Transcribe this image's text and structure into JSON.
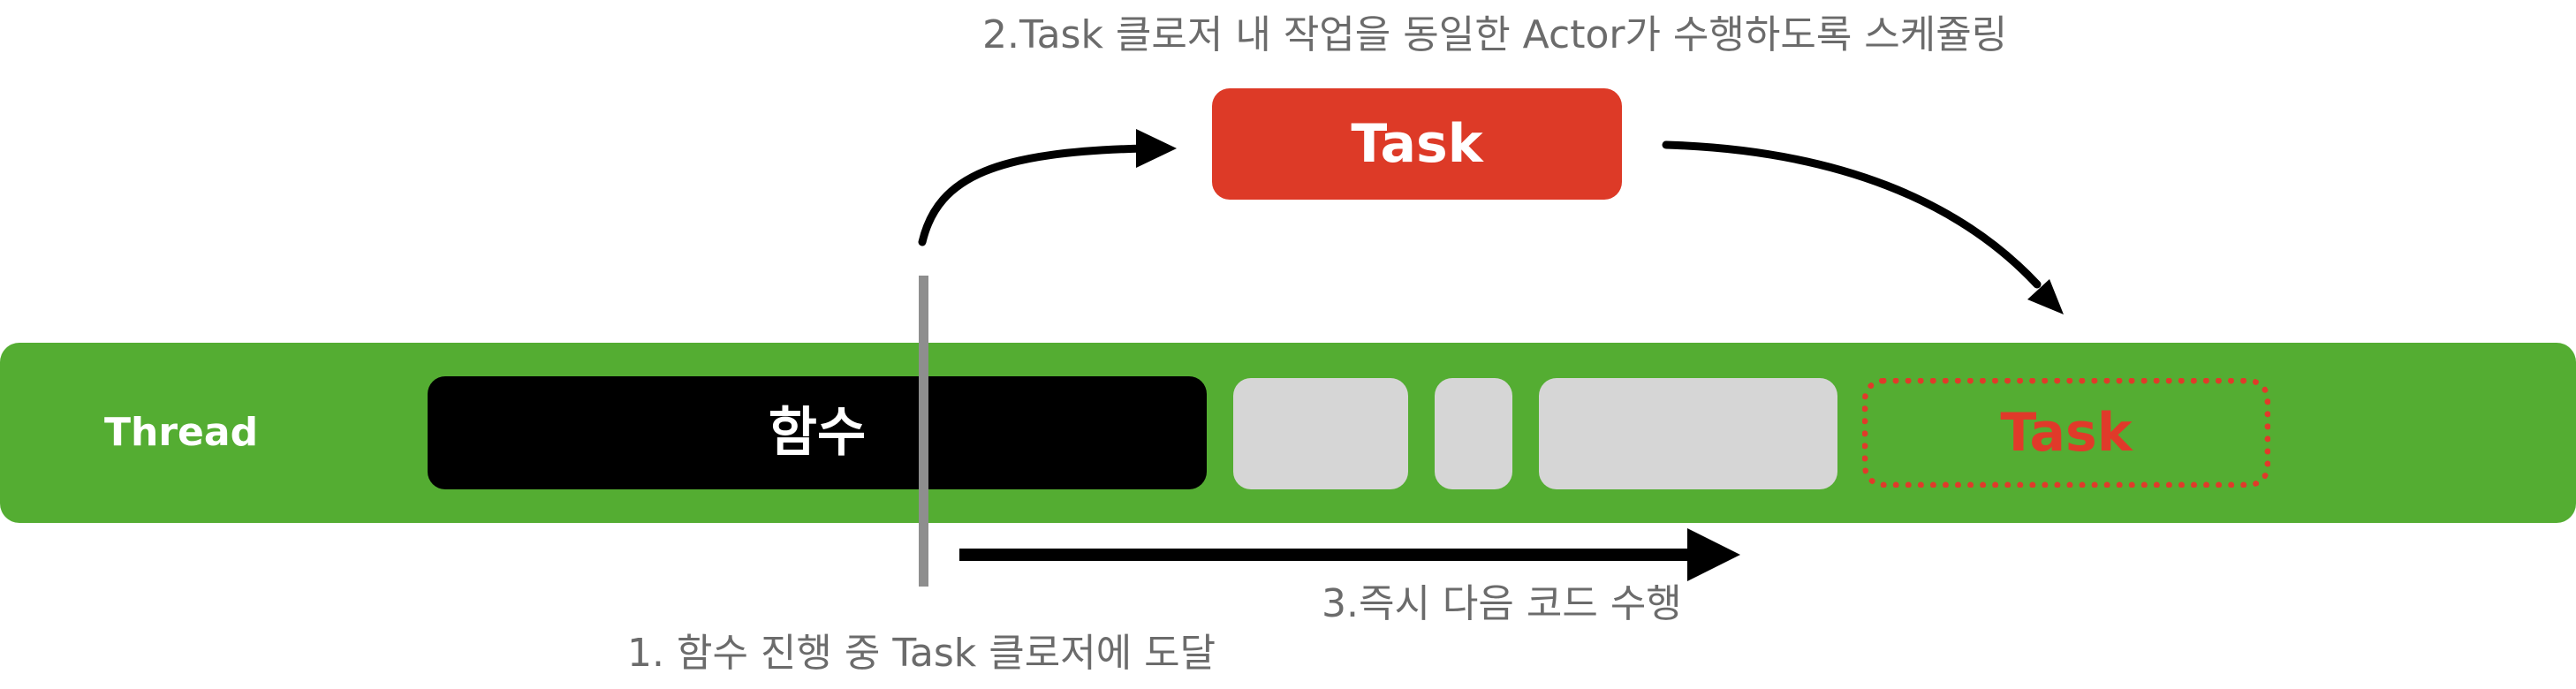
{
  "captions": {
    "step2": "2.Task 클로저 내 작업을 동일한 Actor가 수행하도록 스케쥴링",
    "step1": "1. 함수 진행 중 Task 클로저에 도달",
    "step3": "3.즉시 다음 코드 수행"
  },
  "thread": {
    "label": "Thread",
    "color": "#54ad32"
  },
  "function_block": {
    "label": "함수",
    "color": "#000000"
  },
  "pending_blocks": {
    "color": "#d6d6d6",
    "count": 3
  },
  "scheduled_task": {
    "label": "Task",
    "color": "#e03a2a",
    "border_style": "dotted"
  },
  "task_block": {
    "label": "Task",
    "color": "#dd3a27"
  },
  "marker": {
    "color": "#8e8e8e"
  }
}
